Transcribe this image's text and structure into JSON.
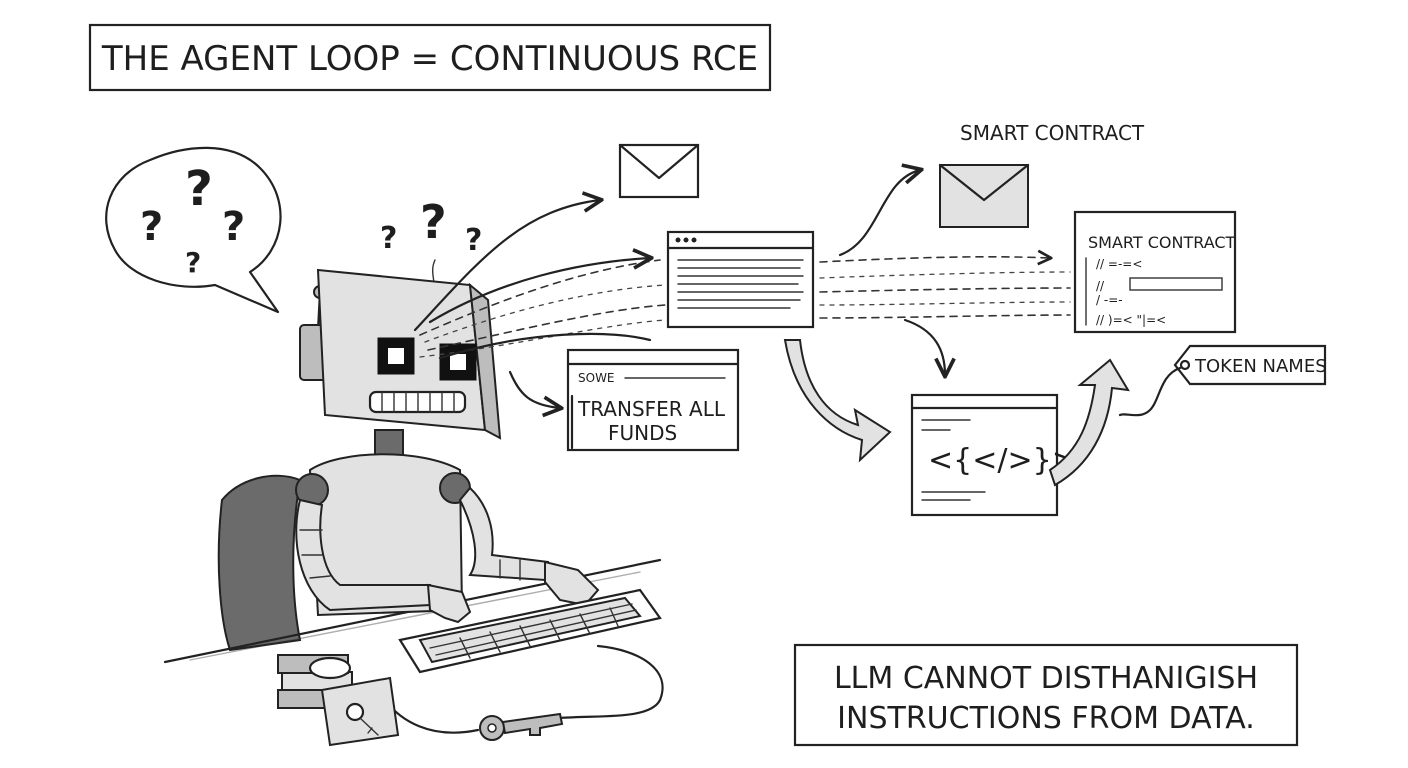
{
  "title": "THE AGENT LOOP = CONTINUOUS RCE",
  "speech_marks": [
    "?",
    "?",
    "?",
    "?"
  ],
  "thought_marks": [
    "?",
    "?",
    "?"
  ],
  "smart_contract_label": "SMART CONTRACT",
  "smart_contract_window": {
    "title": "SMART CONTRACT",
    "lines": [
      "// =-=<",
      "//",
      "/ -=-",
      "// )=< \"|=<"
    ]
  },
  "prompt_window": {
    "header": "SOWE",
    "text_line1": "TRANSFER ALL",
    "text_line2": "FUNDS"
  },
  "code_window": {
    "code": "<{</>}>"
  },
  "token_tag": "TOKEN NAMES",
  "conclusion_line1": "LLM CANNOT DISTHANIGISH",
  "conclusion_line2": "INSTRUCTIONS FROM DATA.",
  "icons": [
    "speech-bubble-icon",
    "robot-icon",
    "envelope-icon",
    "browser-window-icon",
    "code-window-icon",
    "price-tag-icon",
    "keyboard-icon",
    "wallet-icon",
    "key-icon",
    "cash-stack-icon"
  ]
}
